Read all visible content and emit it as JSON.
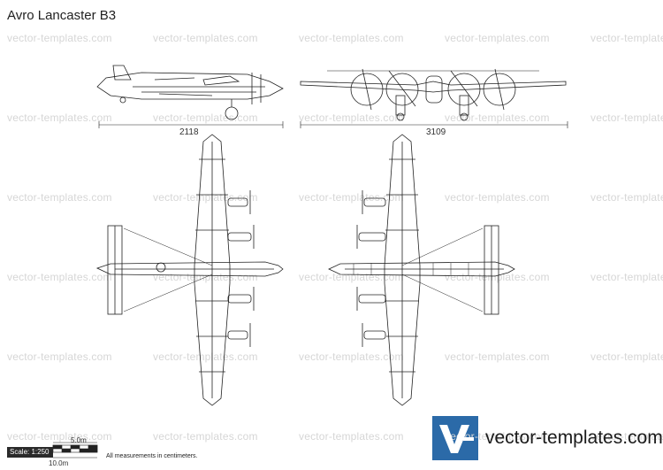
{
  "title": "Avro Lancaster B3",
  "watermark": "vector-templates.com",
  "dimensions": {
    "length": "2118",
    "span": "3109"
  },
  "scale": {
    "label": "Scale: 1:250",
    "tick_5": "5.0m",
    "tick_10": "10.0m"
  },
  "note": "All measurements in centimeters.",
  "logo": {
    "brand_text": "vector-templates.com",
    "mark_color": "#2b6aa8"
  }
}
